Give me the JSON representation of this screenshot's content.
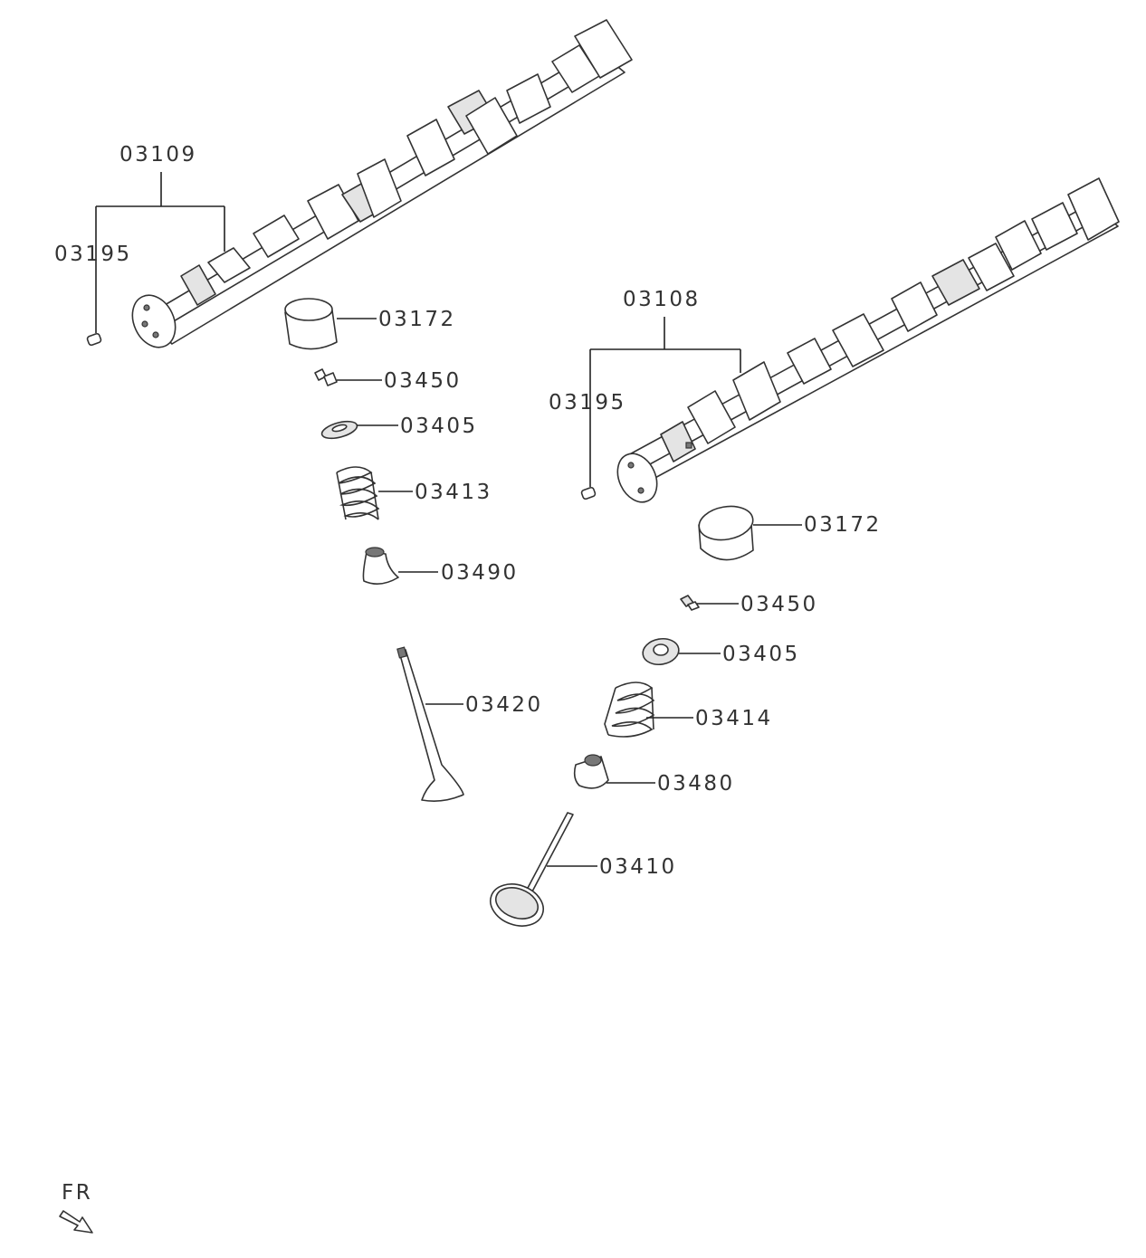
{
  "callouts": {
    "camshaft_intake": "03109",
    "pin_intake": "03195",
    "lifter_intake": "03172",
    "retainer_lock_intake": "03450",
    "spring_retainer_intake": "03405",
    "valve_spring_intake": "03413",
    "seal_intake": "03490",
    "valve_intake": "03420",
    "camshaft_exhaust": "03108",
    "pin_exhaust": "03195",
    "lifter_exhaust": "03172",
    "retainer_lock_exhaust": "03450",
    "spring_retainer_exhaust": "03405",
    "valve_spring_exhaust": "03414",
    "seal_exhaust": "03480",
    "valve_exhaust": "03410"
  },
  "front_indicator": {
    "label": "FR",
    "icon": "front-direction-arrow-icon"
  },
  "colors": {
    "line": "#333333",
    "background": "#ffffff"
  }
}
